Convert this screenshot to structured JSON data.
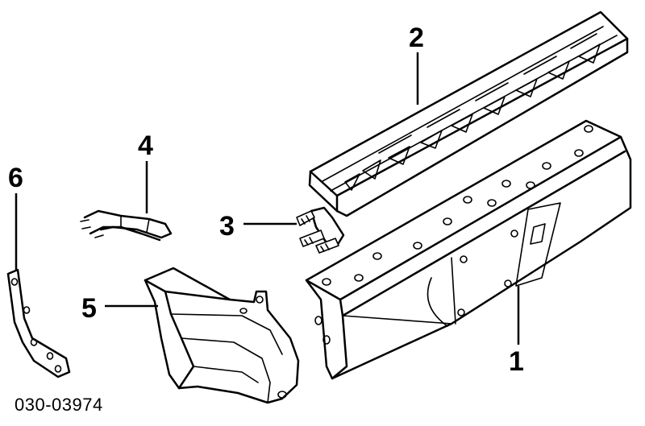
{
  "diagram": {
    "callouts": [
      {
        "id": "1",
        "label": "1"
      },
      {
        "id": "2",
        "label": "2"
      },
      {
        "id": "3",
        "label": "3"
      },
      {
        "id": "4",
        "label": "4"
      },
      {
        "id": "5",
        "label": "5"
      },
      {
        "id": "6",
        "label": "6"
      }
    ],
    "part_number": "030-03974"
  }
}
